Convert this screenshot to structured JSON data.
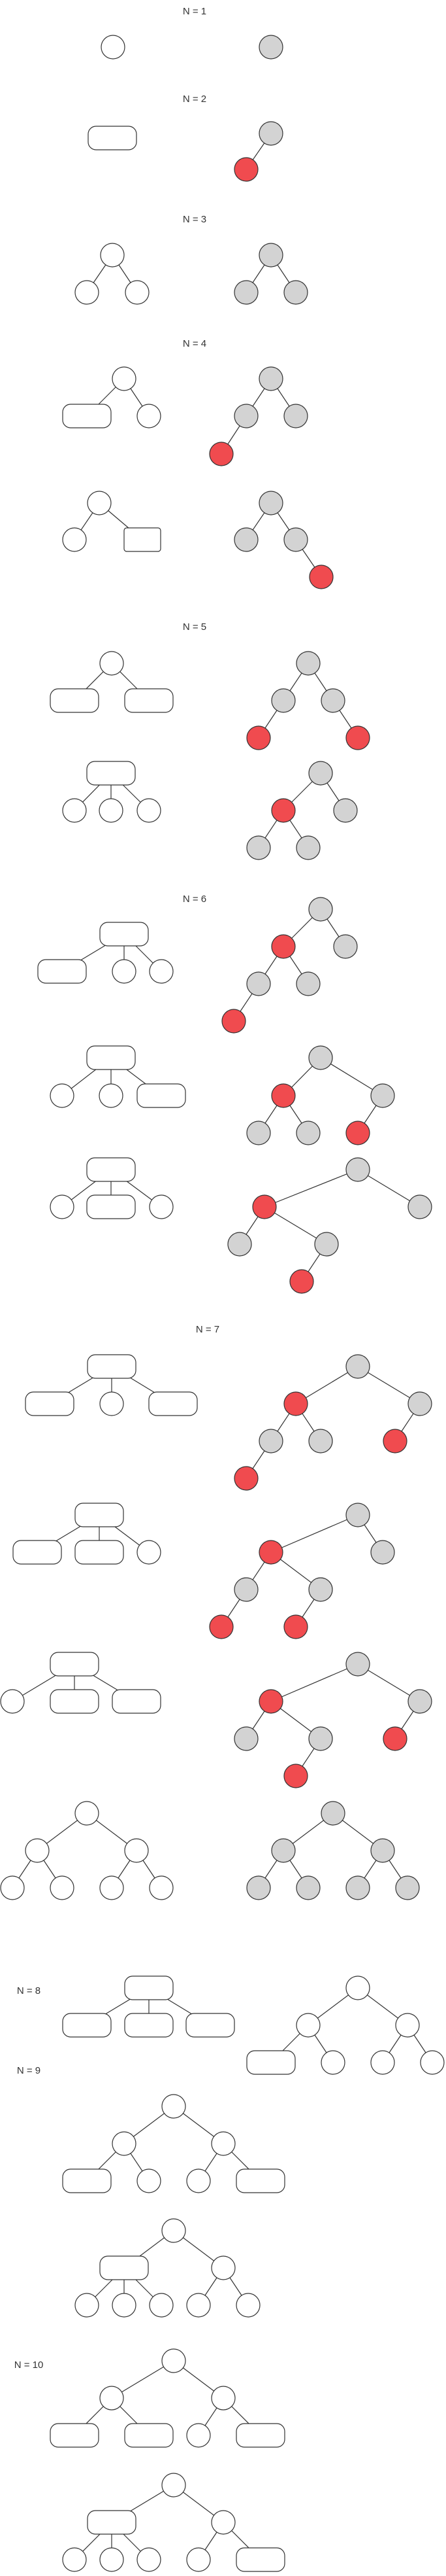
{
  "sections": [
    {
      "label": "N = 1"
    },
    {
      "label": "N = 2"
    },
    {
      "label": "N = 3"
    },
    {
      "label": "N = 4"
    },
    {
      "label": "N = 5"
    },
    {
      "label": "N = 6"
    },
    {
      "label": "N = 7"
    },
    {
      "label": "N = 8"
    },
    {
      "label": "N = 9"
    },
    {
      "label": "N = 10"
    }
  ],
  "colors": {
    "plain_node_fill": "#ffffff",
    "black_node_fill": "#d3d3d3",
    "red_node_fill": "#f04b4f",
    "stroke": "#333333",
    "label_text": "#333333"
  }
}
